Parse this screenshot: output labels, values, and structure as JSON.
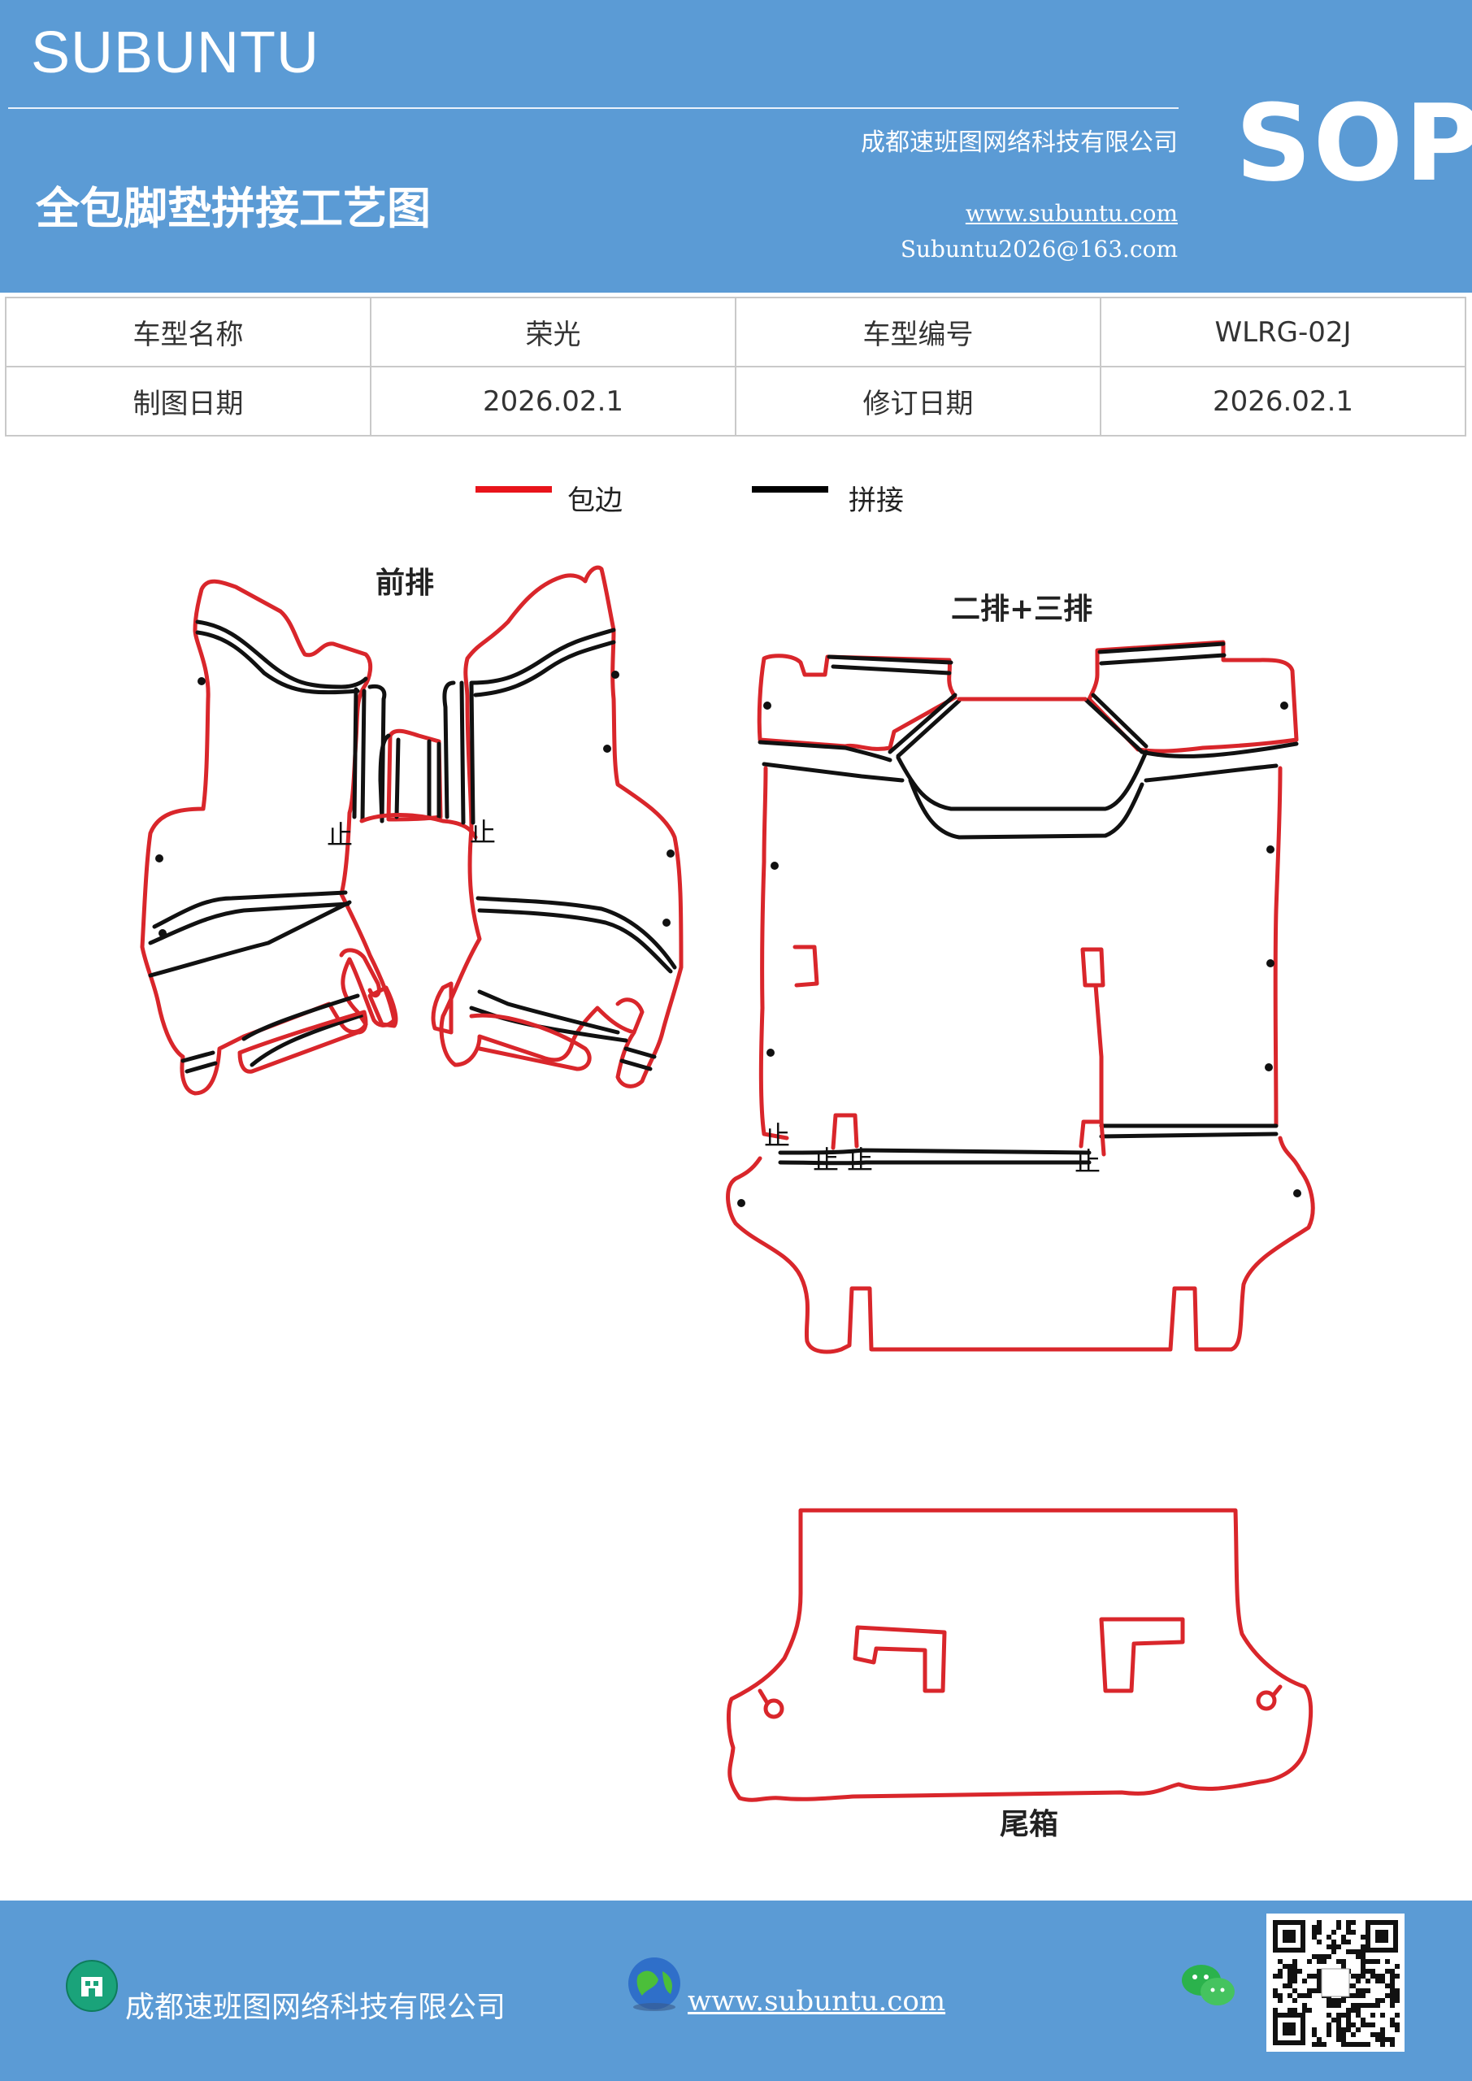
{
  "header": {
    "brand": "SUBUNTU",
    "title": "全包脚垫拼接工艺图",
    "company": "成都速班图网络科技有限公司",
    "url": "www.subuntu.com",
    "email": "Subuntu2026@163.com",
    "badge": "SOP"
  },
  "info_table": {
    "rows": [
      [
        "车型名称",
        "荣光",
        "车型编号",
        "WLRG-02J"
      ],
      [
        "制图日期",
        "2026.02.1",
        "修订日期",
        "2026.02.1"
      ]
    ]
  },
  "legend": {
    "items": [
      {
        "label": "包边",
        "color": "#e8141b"
      },
      {
        "label": "拼接",
        "color": "#000000"
      }
    ]
  },
  "sections": {
    "front": "前排",
    "middle": "二排+三排",
    "trunk": "尾箱"
  },
  "marks": {
    "stop": "止"
  },
  "footer": {
    "company": "成都速班图网络科技有限公司",
    "url": "www.subuntu.com "
  },
  "icons": [
    "building-icon",
    "globe-icon",
    "wechat-icon",
    "qr-code"
  ]
}
